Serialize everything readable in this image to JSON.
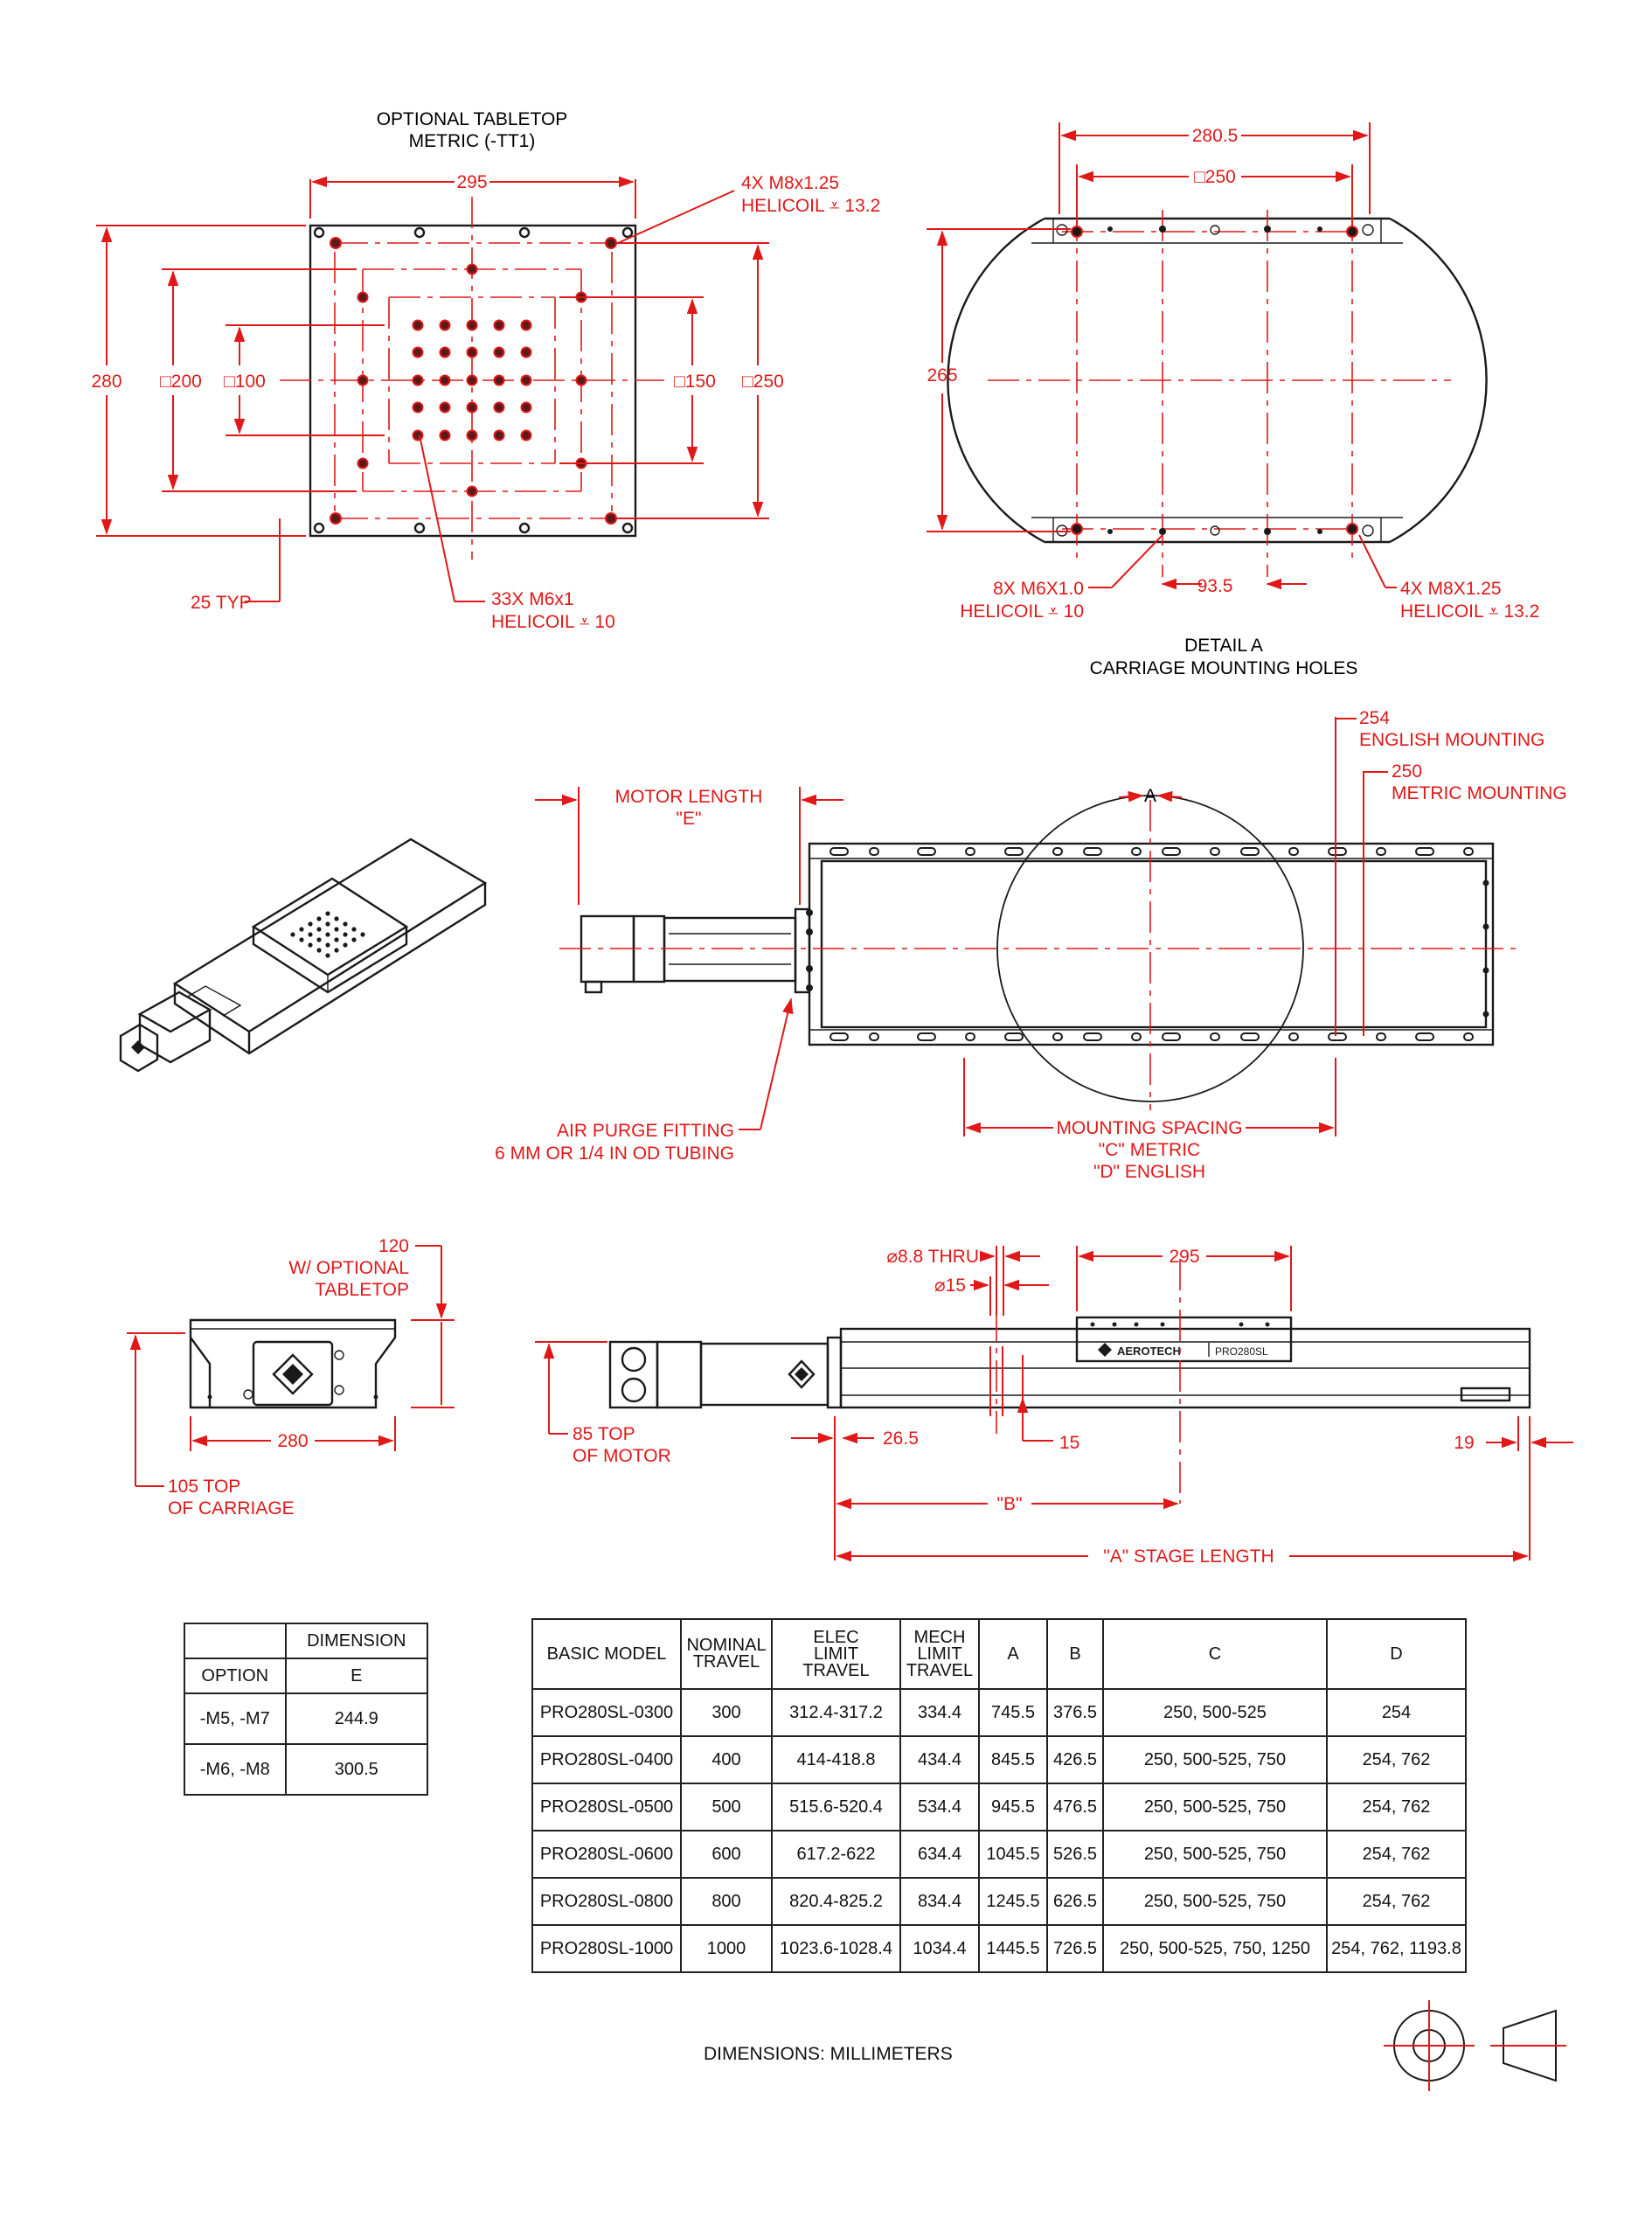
{
  "document": {
    "footer_note": "DIMENSIONS:  MILLIMETERS"
  },
  "tabletop_view": {
    "title_line1": "OPTIONAL TABLETOP",
    "title_line2": "METRIC (-TT1)",
    "dim_width": "295",
    "dim_height": "280",
    "dim_sq200": "□200",
    "dim_sq100": "□100",
    "dim_sq150": "□150",
    "dim_sq250": "□250",
    "dim_25typ": "25 TYP",
    "callout_m8_line1": "4X M8x1.25",
    "callout_m8_line2": "HELICOIL ⩡ 13.2",
    "callout_m6_line1": "33X M6x1",
    "callout_m6_line2": "HELICOIL ⩡ 10"
  },
  "detail_a": {
    "dim_280_5": "280.5",
    "dim_sq250": "□250",
    "dim_265": "265",
    "dim_93_5": "93.5",
    "callout_m6_line1": "8X M6X1.0",
    "callout_m6_line2": "HELICOIL ⩡ 10",
    "callout_m8_line1": "4X M8X1.25",
    "callout_m8_line2": "HELICOIL ⩡ 13.2",
    "title_line1": "DETAIL A",
    "title_line2": "CARRIAGE MOUNTING HOLES"
  },
  "top_view": {
    "motor_length_line1": "MOTOR LENGTH",
    "motor_length_line2": "\"E\"",
    "english_mount_val": "254",
    "english_mount_label": "ENGLISH MOUNTING",
    "metric_mount_val": "250",
    "metric_mount_label": "METRIC MOUNTING",
    "detail_marker": "A",
    "air_purge_line1": "AIR PURGE FITTING",
    "air_purge_line2": "6 MM OR 1/4 IN OD TUBING",
    "mount_spacing_line1": "MOUNTING SPACING",
    "mount_spacing_line2": "\"C\" METRIC",
    "mount_spacing_line3": "\"D\" ENGLISH"
  },
  "end_view": {
    "dim_120": "120",
    "tabletop_line1": "W/ OPTIONAL",
    "tabletop_line2": "TABLETOP",
    "dim_280": "280",
    "dim_105_line1": "105 TOP",
    "dim_105_line2": "OF CARRIAGE"
  },
  "side_view": {
    "thru_hole": "⌀8.8 THRU",
    "cbore": "⌀15",
    "dim_295": "295",
    "dim_85_line1": "85 TOP",
    "dim_85_line2": "OF MOTOR",
    "dim_26_5": "26.5",
    "dim_15": "15",
    "dim_19": "19",
    "dim_b": "\"B\"",
    "dim_a": "\"A\" STAGE LENGTH",
    "brand": "AEROTECH",
    "model_badge": "PRO280SL"
  },
  "option_table": {
    "header_dimension": "DIMENSION",
    "header_option": "OPTION",
    "header_e": "E",
    "rows": [
      {
        "option": "-M5, -M7",
        "e": "244.9"
      },
      {
        "option": "-M6, -M8",
        "e": "300.5"
      }
    ]
  },
  "model_table": {
    "headers": {
      "model": "BASIC MODEL",
      "nominal_l1": "NOMINAL",
      "nominal_l2": "TRAVEL",
      "elec_l1": "ELEC",
      "elec_l2": "LIMIT",
      "elec_l3": "TRAVEL",
      "mech_l1": "MECH",
      "mech_l2": "LIMIT",
      "mech_l3": "TRAVEL",
      "a": "A",
      "b": "B",
      "c": "C",
      "d": "D"
    },
    "rows": [
      {
        "model": "PRO280SL-0300",
        "nominal": "300",
        "elec": "312.4-317.2",
        "mech": "334.4",
        "a": "745.5",
        "b": "376.5",
        "c": "250, 500-525",
        "d": "254"
      },
      {
        "model": "PRO280SL-0400",
        "nominal": "400",
        "elec": "414-418.8",
        "mech": "434.4",
        "a": "845.5",
        "b": "426.5",
        "c": "250, 500-525, 750",
        "d": "254, 762"
      },
      {
        "model": "PRO280SL-0500",
        "nominal": "500",
        "elec": "515.6-520.4",
        "mech": "534.4",
        "a": "945.5",
        "b": "476.5",
        "c": "250, 500-525, 750",
        "d": "254, 762"
      },
      {
        "model": "PRO280SL-0600",
        "nominal": "600",
        "elec": "617.2-622",
        "mech": "634.4",
        "a": "1045.5",
        "b": "526.5",
        "c": "250, 500-525, 750",
        "d": "254, 762"
      },
      {
        "model": "PRO280SL-0800",
        "nominal": "800",
        "elec": "820.4-825.2",
        "mech": "834.4",
        "a": "1245.5",
        "b": "626.5",
        "c": "250, 500-525, 750",
        "d": "254, 762"
      },
      {
        "model": "PRO280SL-1000",
        "nominal": "1000",
        "elec": "1023.6-1028.4",
        "mech": "1034.4",
        "a": "1445.5",
        "b": "726.5",
        "c": "250, 500-525, 750, 1250",
        "d": "254, 762, 1193.8"
      }
    ]
  },
  "colors": {
    "dimension": "#e01818",
    "outline": "#1a1a1a",
    "background": "#ffffff"
  }
}
